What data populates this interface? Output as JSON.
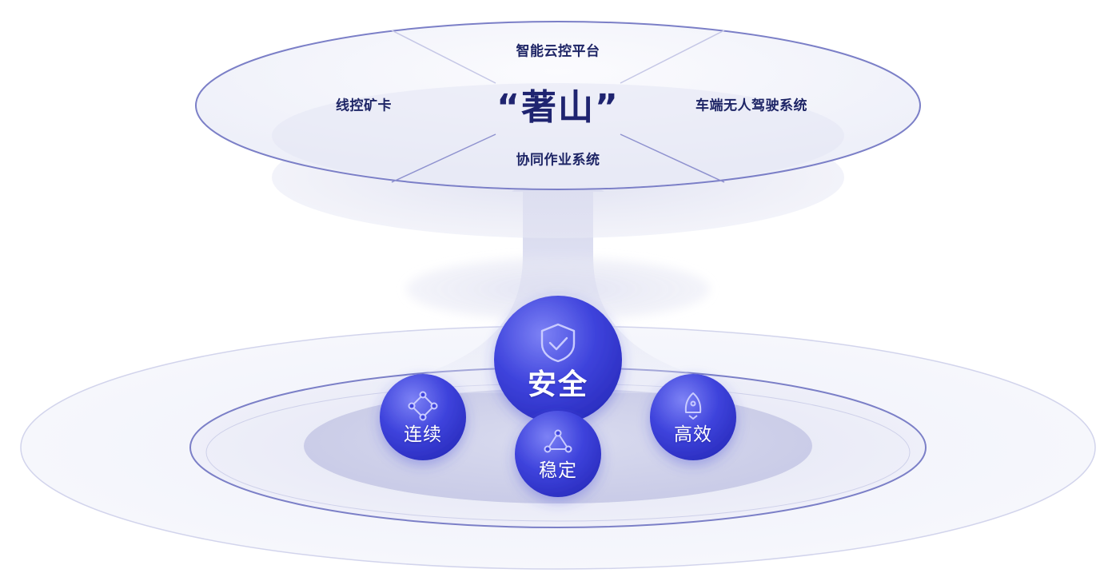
{
  "top_platform": {
    "brand": "“著山”",
    "north": "智能云控平台",
    "west": "线控矿卡",
    "east": "车端无人驾驶系统",
    "south": "协同作业系统"
  },
  "pillars": {
    "main": {
      "label": "安全",
      "icon": "shield-check-icon"
    },
    "left": {
      "label": "连续",
      "icon": "network-nodes-icon"
    },
    "right": {
      "label": "高效",
      "icon": "rocket-icon"
    },
    "bottom": {
      "label": "稳定",
      "icon": "triangle-nodes-icon"
    }
  },
  "colors": {
    "accent": "#3a3fd8",
    "accent_light": "#6b70f0",
    "accent_dark": "#2a2ec0",
    "ring_line": "#7b7fc7",
    "text_dark": "#1e2566",
    "ring_fill": "#e6e7f5"
  }
}
